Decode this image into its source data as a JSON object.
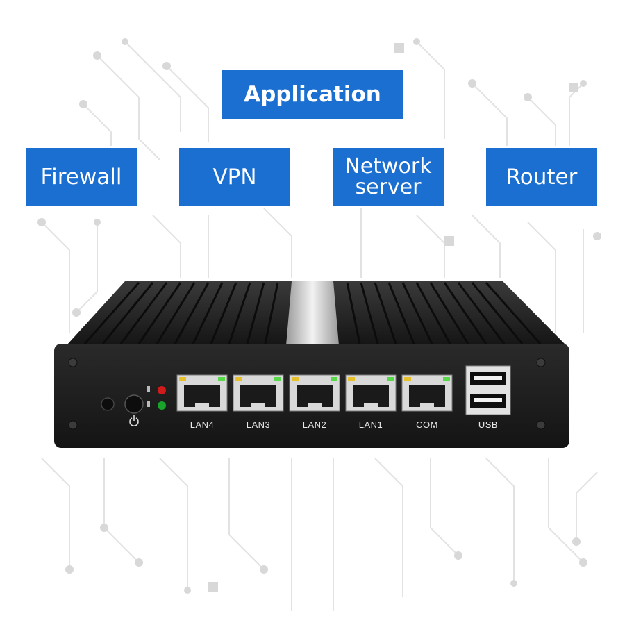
{
  "title": "Application",
  "boxes": [
    {
      "label": "Firewall"
    },
    {
      "label": "VPN"
    },
    {
      "label": "Network\nserver"
    },
    {
      "label": "Router"
    }
  ],
  "device": {
    "ports": [
      {
        "label": "LAN4"
      },
      {
        "label": "LAN3"
      },
      {
        "label": "LAN2"
      },
      {
        "label": "LAN1"
      },
      {
        "label": "COM"
      }
    ],
    "usb_label": "USB",
    "colors": {
      "accent_blue": "#1a6fd0",
      "body": "#1b1b1b",
      "led_red": "#d11a1a",
      "led_green": "#1aa32a",
      "port_led_green": "#57d94a",
      "port_led_amber": "#e6c02a"
    }
  }
}
